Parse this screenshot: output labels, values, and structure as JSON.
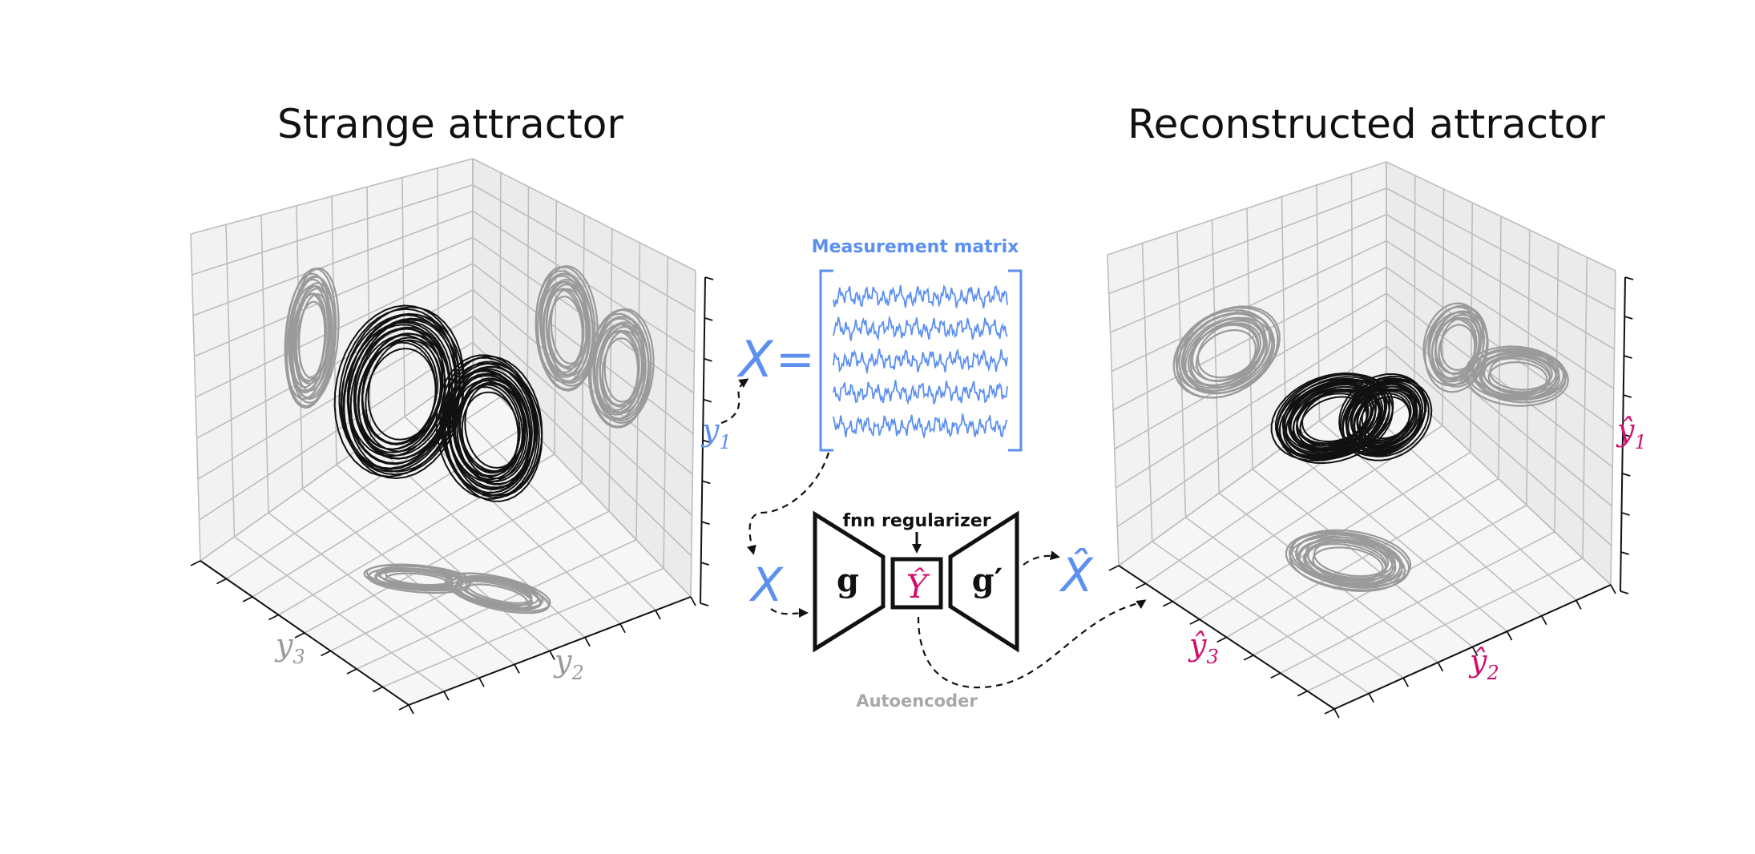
{
  "titles": {
    "left": "Strange attractor",
    "right": "Reconstructed attractor"
  },
  "measurement": {
    "label": "Measurement matrix",
    "lhs": "X",
    "eq": "="
  },
  "autoencoder": {
    "regularizer": "fnn regularizer",
    "encoder": "g",
    "decoder": "g′",
    "latent": "Ŷ",
    "input": "X",
    "output": "X̂",
    "caption": "Autoencoder"
  },
  "left_axes": {
    "y1": {
      "sym": "y",
      "sub": "1"
    },
    "y2": {
      "sym": "y",
      "sub": "2"
    },
    "y3": {
      "sym": "y",
      "sub": "3"
    }
  },
  "right_axes": {
    "y1": {
      "sym": "ŷ",
      "sub": "1"
    },
    "y2": {
      "sym": "ŷ",
      "sub": "2"
    },
    "y3": {
      "sym": "ŷ",
      "sub": "3"
    }
  },
  "colors": {
    "blue": "#5b8ff0",
    "magenta": "#d0106c",
    "gray": "#9a9a9a",
    "black": "#111111"
  }
}
